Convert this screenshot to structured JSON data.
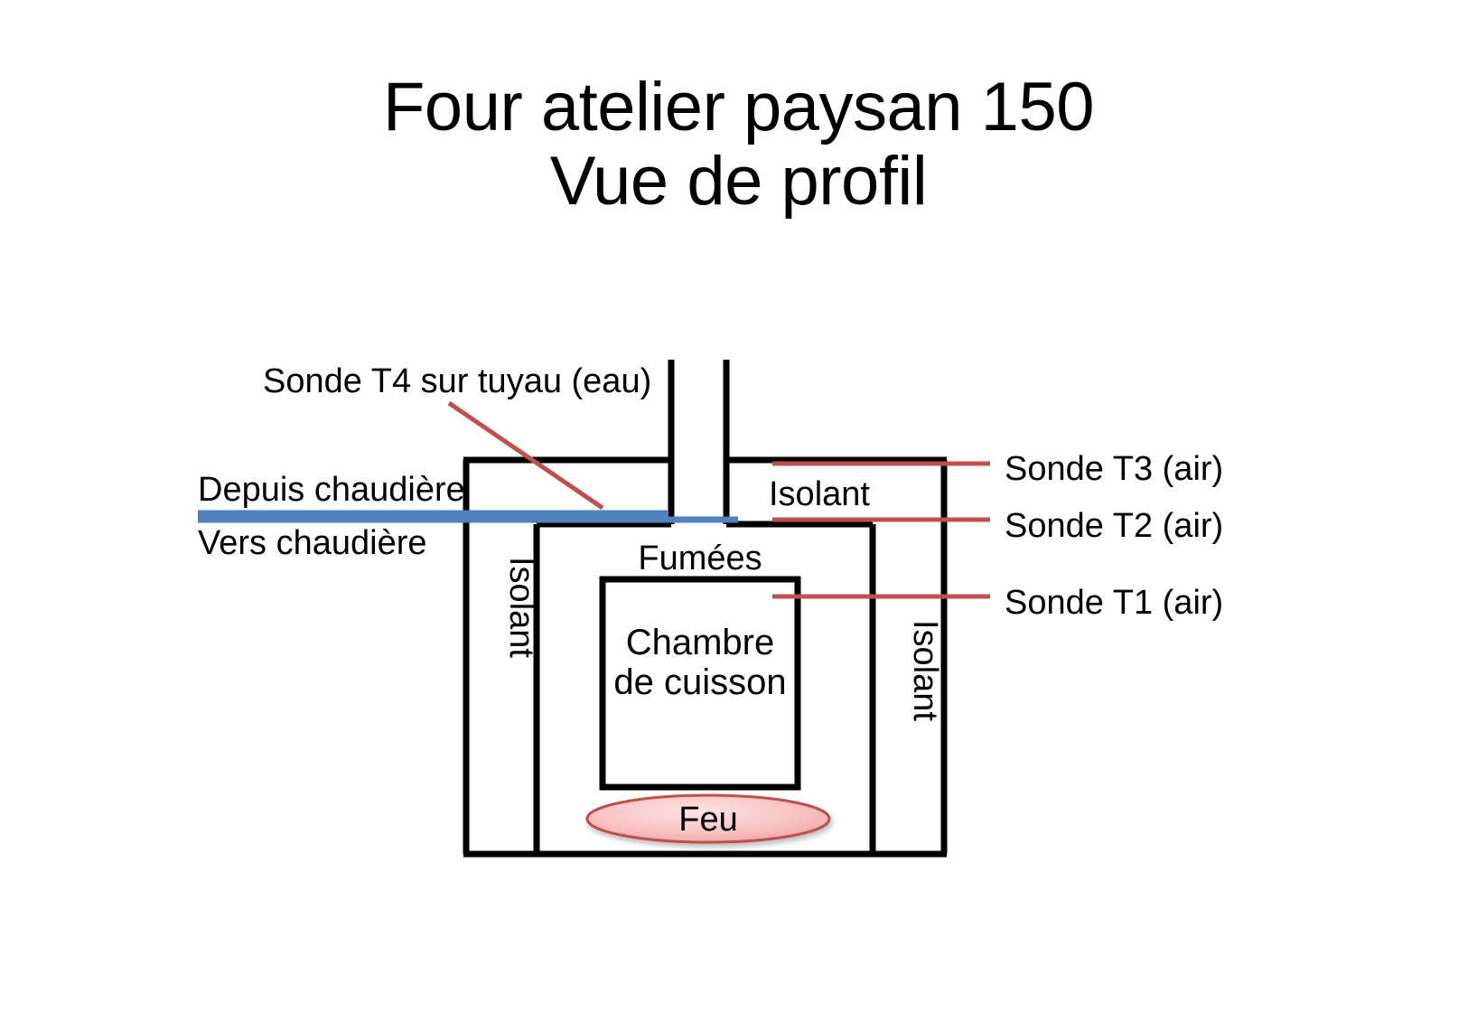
{
  "title": {
    "line1": "Four atelier paysan 150",
    "line2": "Vue de profil"
  },
  "colors": {
    "outline": "#000000",
    "probe_red": "#c0504d",
    "pipe_blue": "#4f81bd",
    "fire_fill_light": "#fbd4d4",
    "fire_fill_dark": "#f2a0a0",
    "fire_stroke": "#c0504d",
    "background": "#ffffff"
  },
  "labels": {
    "probe_t4": "Sonde T4 sur tuyau (eau)",
    "probe_t3": "Sonde T3 (air)",
    "probe_t2": "Sonde T2 (air)",
    "probe_t1": "Sonde T1 (air)",
    "pipe_from_boiler": "Depuis chaudière",
    "pipe_to_boiler": "Vers chaudière",
    "insulation_top": "Isolant",
    "insulation_left": "Isolant",
    "insulation_right": "Isolant",
    "smoke": "Fumées",
    "cooking_chamber_line1": "Chambre",
    "cooking_chamber_line2": "de cuisson",
    "fire": "Feu"
  }
}
